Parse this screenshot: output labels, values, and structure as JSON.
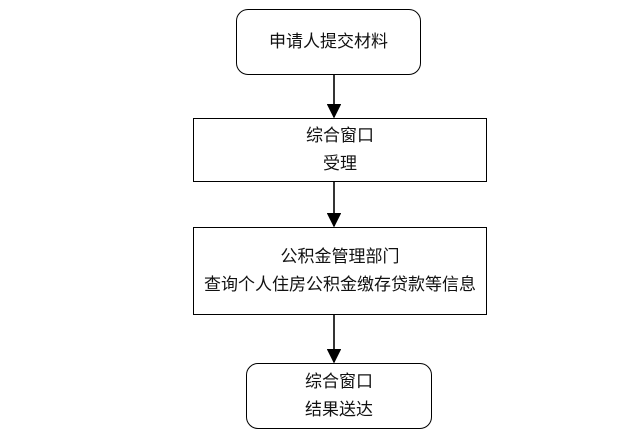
{
  "flowchart": {
    "steps": [
      {
        "lines": [
          "申请人提交材料"
        ]
      },
      {
        "lines": [
          "综合窗口",
          "受理"
        ]
      },
      {
        "lines": [
          "公积金管理部门",
          "查询个人住房公积金缴存贷款等信息"
        ]
      },
      {
        "lines": [
          "综合窗口",
          "结果送达"
        ]
      }
    ],
    "colors": {
      "stroke": "#000000",
      "fill": "#ffffff",
      "text": "#111111"
    }
  }
}
